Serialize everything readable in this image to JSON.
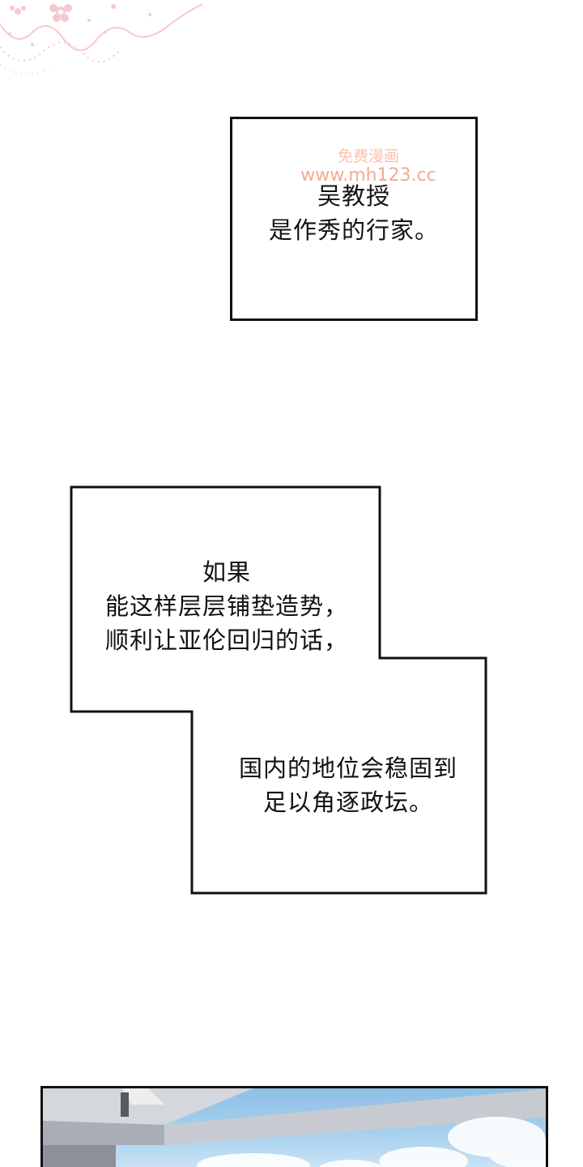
{
  "watermark": {
    "site_name": "免费漫画",
    "url": "www.mh123.cc"
  },
  "captions": [
    {
      "text": "吴教授\n是作秀的行家。"
    },
    {
      "text": "如果\n能这样层层铺垫造势，\n顺利让亚伦回归的话，"
    },
    {
      "text": "国内的地位会稳固到\n足以角逐政坛。"
    }
  ],
  "colors": {
    "background": "#ffffff",
    "border": "#111111",
    "text": "#111111",
    "watermark": "#f39b7f",
    "decor_pink": "#f6c9cf",
    "sky": "#a8d1ef"
  }
}
